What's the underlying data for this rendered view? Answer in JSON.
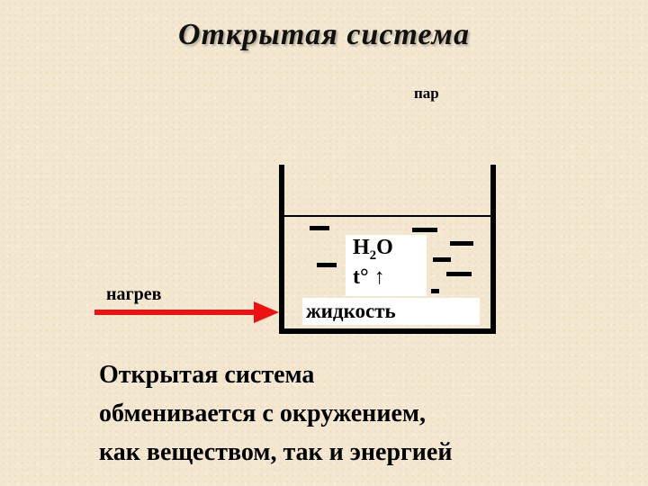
{
  "title": "Открытая система",
  "labels": {
    "vapor": "пар",
    "heating": "нагрев",
    "water_formula_main": "H",
    "water_formula_sub": "2",
    "water_formula_end": "O",
    "temperature": "t°",
    "temperature_arrow": "↑",
    "liquid": "жидкость"
  },
  "conclusion": {
    "line1": "Открытая система",
    "line2": "обменивается с окружением,",
    "line3": "как веществом, так и энергией"
  },
  "colors": {
    "background": "#f3e8cf",
    "arrow": "#ee1111",
    "lines": "#000000"
  }
}
